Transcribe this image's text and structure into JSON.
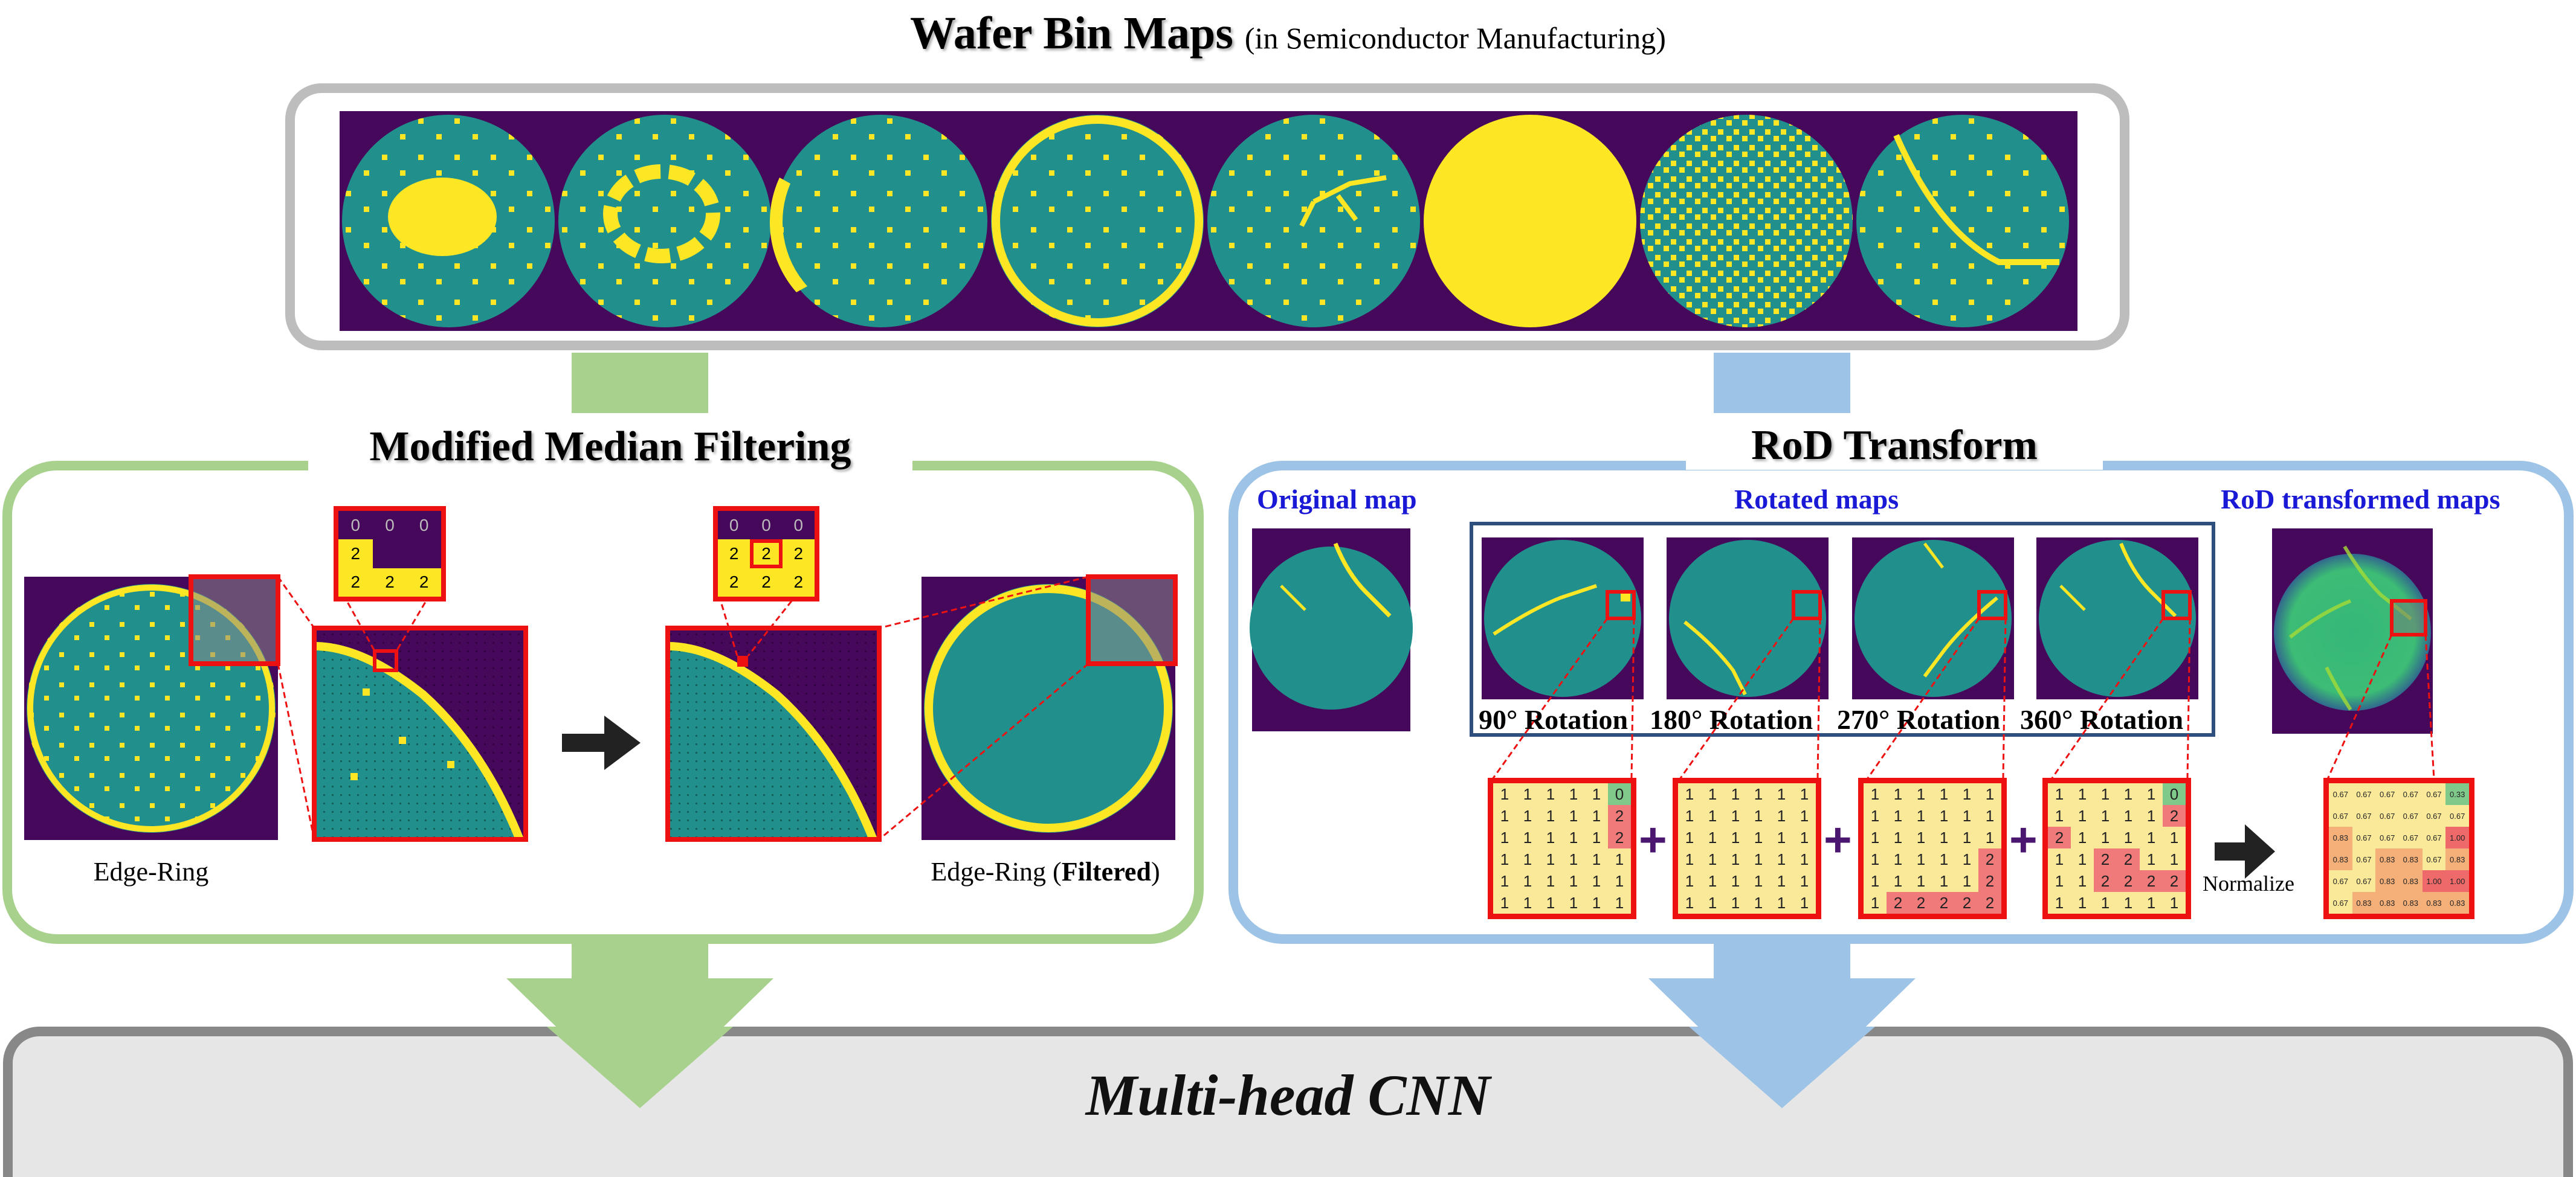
{
  "header": {
    "title": "Wafer Bin Maps",
    "subtitle": "(in Semiconductor Manufacturing)"
  },
  "mmf": {
    "title": "Modified Median Filtering",
    "caption_left": "Edge-Ring",
    "caption_right_main": "Edge-Ring (",
    "caption_right_bold": "Filtered",
    "caption_right_end": ")",
    "inset_before": [
      "0",
      "0",
      "0",
      "2",
      "",
      "",
      "2",
      "2",
      "2"
    ],
    "inset_after": [
      "0",
      "0",
      "0",
      "2",
      "2",
      "2",
      "2",
      "2",
      "2"
    ]
  },
  "rod": {
    "title": "RoD Transform",
    "original_label": "Original map",
    "rotated_label": "Rotated maps",
    "transformed_label": "RoD transformed maps",
    "rotations": [
      "90° Rotation",
      "180° Rotation",
      "270° Rotation",
      "360° Rotation"
    ],
    "normalize_label": "Normalize",
    "grid1": [
      "1",
      "1",
      "1",
      "1",
      "1",
      "0",
      "1",
      "1",
      "1",
      "1",
      "1",
      "2",
      "1",
      "1",
      "1",
      "1",
      "1",
      "2",
      "1",
      "1",
      "1",
      "1",
      "1",
      "1",
      "1",
      "1",
      "1",
      "1",
      "1",
      "1",
      "1",
      "1",
      "1",
      "1",
      "1",
      "1"
    ],
    "grid2": [
      "1",
      "1",
      "1",
      "1",
      "1",
      "1",
      "1",
      "1",
      "1",
      "1",
      "1",
      "1",
      "1",
      "1",
      "1",
      "1",
      "1",
      "1",
      "1",
      "1",
      "1",
      "1",
      "1",
      "1",
      "1",
      "1",
      "1",
      "1",
      "1",
      "1",
      "1",
      "1",
      "1",
      "1",
      "1",
      "1"
    ],
    "grid3": [
      "1",
      "1",
      "1",
      "1",
      "1",
      "1",
      "1",
      "1",
      "1",
      "1",
      "1",
      "1",
      "1",
      "1",
      "1",
      "1",
      "1",
      "1",
      "1",
      "1",
      "1",
      "1",
      "1",
      "2",
      "1",
      "1",
      "1",
      "1",
      "1",
      "2",
      "1",
      "2",
      "2",
      "2",
      "2",
      "2"
    ],
    "grid4": [
      "1",
      "1",
      "1",
      "1",
      "1",
      "0",
      "1",
      "1",
      "1",
      "1",
      "1",
      "2",
      "2",
      "1",
      "1",
      "1",
      "1",
      "1",
      "1",
      "1",
      "2",
      "2",
      "1",
      "1",
      "1",
      "1",
      "2",
      "2",
      "2",
      "2",
      "1",
      "1",
      "1",
      "1",
      "1",
      "1"
    ],
    "norm_grid": [
      "0.67",
      "0.67",
      "0.67",
      "0.67",
      "0.67",
      "0.33",
      "0.67",
      "0.67",
      "0.67",
      "0.67",
      "0.67",
      "0.67",
      "0.83",
      "0.67",
      "0.67",
      "0.67",
      "0.67",
      "1.00",
      "0.83",
      "0.67",
      "0.83",
      "0.83",
      "0.67",
      "0.83",
      "0.67",
      "0.67",
      "0.83",
      "0.83",
      "1.00",
      "1.00",
      "0.67",
      "0.83",
      "0.83",
      "0.83",
      "0.83",
      "0.83"
    ]
  },
  "output": {
    "label": "Multi-head CNN"
  },
  "colors": {
    "purple": "#46085a",
    "teal": "#21908c",
    "yellow": "#fde725",
    "green_frame": "#a9d18e",
    "blue_frame": "#9dc3e6",
    "red": "#ee1111"
  }
}
